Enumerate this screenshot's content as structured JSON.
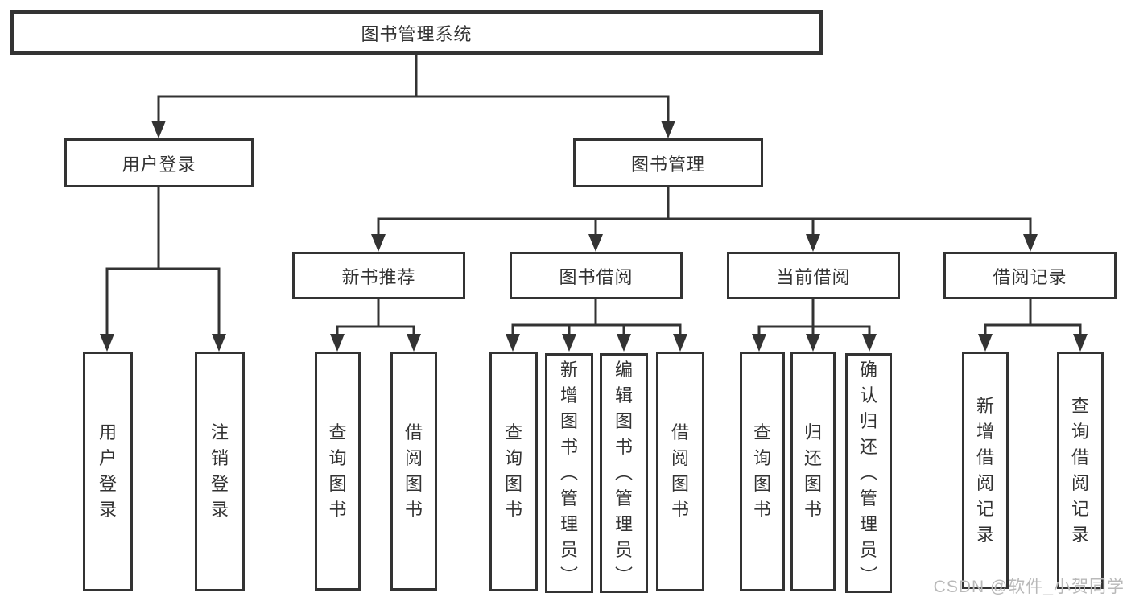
{
  "colors": {
    "line": "#333333",
    "text": "#333333",
    "background": "#ffffff",
    "watermark": "#b9b9b9"
  },
  "watermark": "CSDN @软件_小贺同学",
  "tree": {
    "root": {
      "label": "图书管理系统"
    },
    "branches": [
      {
        "label": "用户登录",
        "children": [
          {
            "label": "用户登录"
          },
          {
            "label": "注销登录"
          }
        ]
      },
      {
        "label": "图书管理",
        "children": [
          {
            "label": "新书推荐",
            "children": [
              {
                "label": "查询图书"
              },
              {
                "label": "借阅图书"
              }
            ]
          },
          {
            "label": "图书借阅",
            "children": [
              {
                "label": "查询图书"
              },
              {
                "label": "新增图书（管理员）"
              },
              {
                "label": "编辑图书（管理员）"
              },
              {
                "label": "借阅图书"
              }
            ]
          },
          {
            "label": "当前借阅",
            "children": [
              {
                "label": "查询图书"
              },
              {
                "label": "归还图书"
              },
              {
                "label": "确认归还（管理员）"
              }
            ]
          },
          {
            "label": "借阅记录",
            "children": [
              {
                "label": "新增借阅记录"
              },
              {
                "label": "查询借阅记录"
              }
            ]
          }
        ]
      }
    ]
  }
}
